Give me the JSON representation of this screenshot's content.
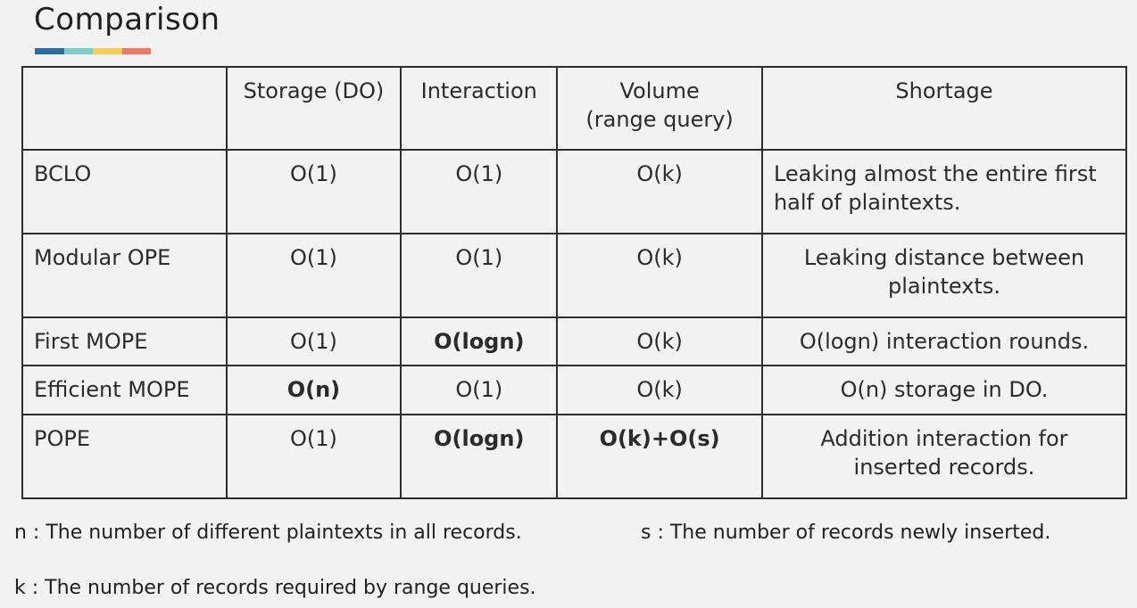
{
  "title": "Comparison",
  "accent_colors": [
    "#2e6ca4",
    "#7fcdc7",
    "#f6ce53",
    "#ef7767"
  ],
  "table": {
    "headers": [
      "",
      "Storage (DO)",
      "Interaction",
      "Volume\n(range query)",
      "Shortage"
    ],
    "rows": [
      {
        "name": "BCLO",
        "storage": "O(1)",
        "interaction": "O(1)",
        "volume": "O(k)",
        "shortage": "Leaking almost the entire first half of plaintexts."
      },
      {
        "name": "Modular OPE",
        "storage": "O(1)",
        "interaction": "O(1)",
        "volume": "O(k)",
        "shortage": "Leaking distance between plaintexts."
      },
      {
        "name": "First MOPE",
        "storage": "O(1)",
        "interaction": "O(logn)",
        "volume": "O(k)",
        "shortage": "O(logn) interaction rounds."
      },
      {
        "name": "Efficient MOPE",
        "storage": "O(n)",
        "interaction": "O(1)",
        "volume": "O(k)",
        "shortage": "O(n) storage in DO."
      },
      {
        "name": "POPE",
        "storage": "O(1)",
        "interaction": "O(logn)",
        "volume": "O(k)+O(s)",
        "shortage": "Addition interaction for inserted records."
      }
    ]
  },
  "notes": {
    "n": "n : The number of different plaintexts in all records.",
    "s": "s : The number of records newly inserted.",
    "k": "k : The number of records required by range queries."
  }
}
